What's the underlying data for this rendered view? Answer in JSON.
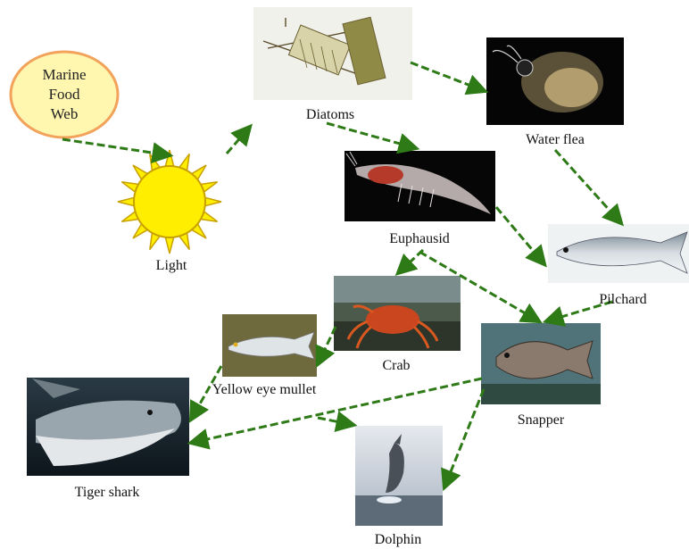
{
  "title": "Marine\nFood\nWeb",
  "colors": {
    "arrow": "#2d7a16",
    "sun": "#ffee00",
    "sun_stroke": "#c8a000",
    "title_fill": "#fff6b0",
    "title_stroke": "#f2a25a"
  },
  "nodes": {
    "light": "Light",
    "diatoms": "Diatoms",
    "water_flea": "Water flea",
    "euphausid": "Euphausid",
    "pilchard": "Pilchard",
    "crab": "Crab",
    "snapper": "Snapper",
    "yellow_eye_mullet": "Yellow eye mullet",
    "tiger_shark": "Tiger shark",
    "dolphin": "Dolphin"
  }
}
